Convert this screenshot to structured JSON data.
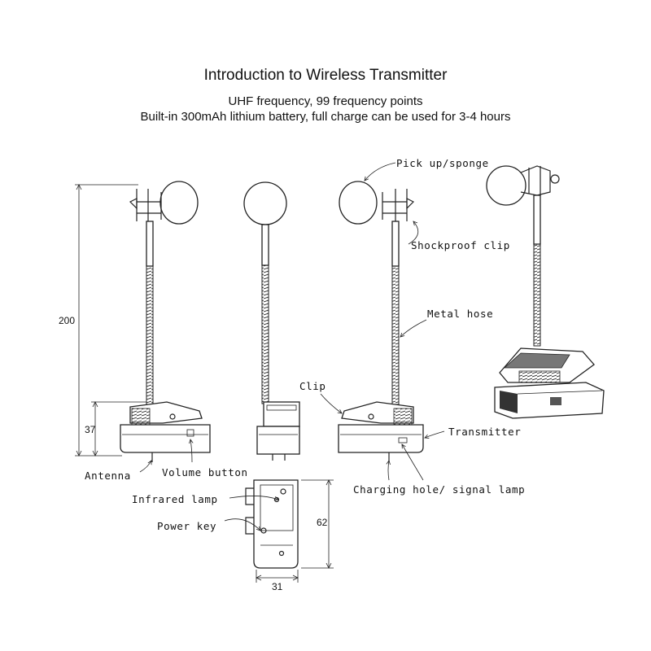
{
  "header": {
    "title": "Introduction to Wireless Transmitter",
    "line1": "UHF frequency, 99 frequency points",
    "line2": "Built-in 300mAh lithium battery, full charge can be used for 3-4 hours"
  },
  "dimensions": {
    "height_total": "200",
    "height_clip": "37",
    "height_transmitter": "62",
    "width_transmitter": "31"
  },
  "labels": {
    "pickup": "Pick up/sponge",
    "shockproof": "Shockproof clip",
    "metal_hose": "Metal hose",
    "clip": "Clip",
    "transmitter": "Transmitter",
    "antenna": "Antenna",
    "volume": "Volume button",
    "infrared": "Infrared lamp",
    "power": "Power key",
    "charging": "Charging hole/ signal lamp"
  }
}
